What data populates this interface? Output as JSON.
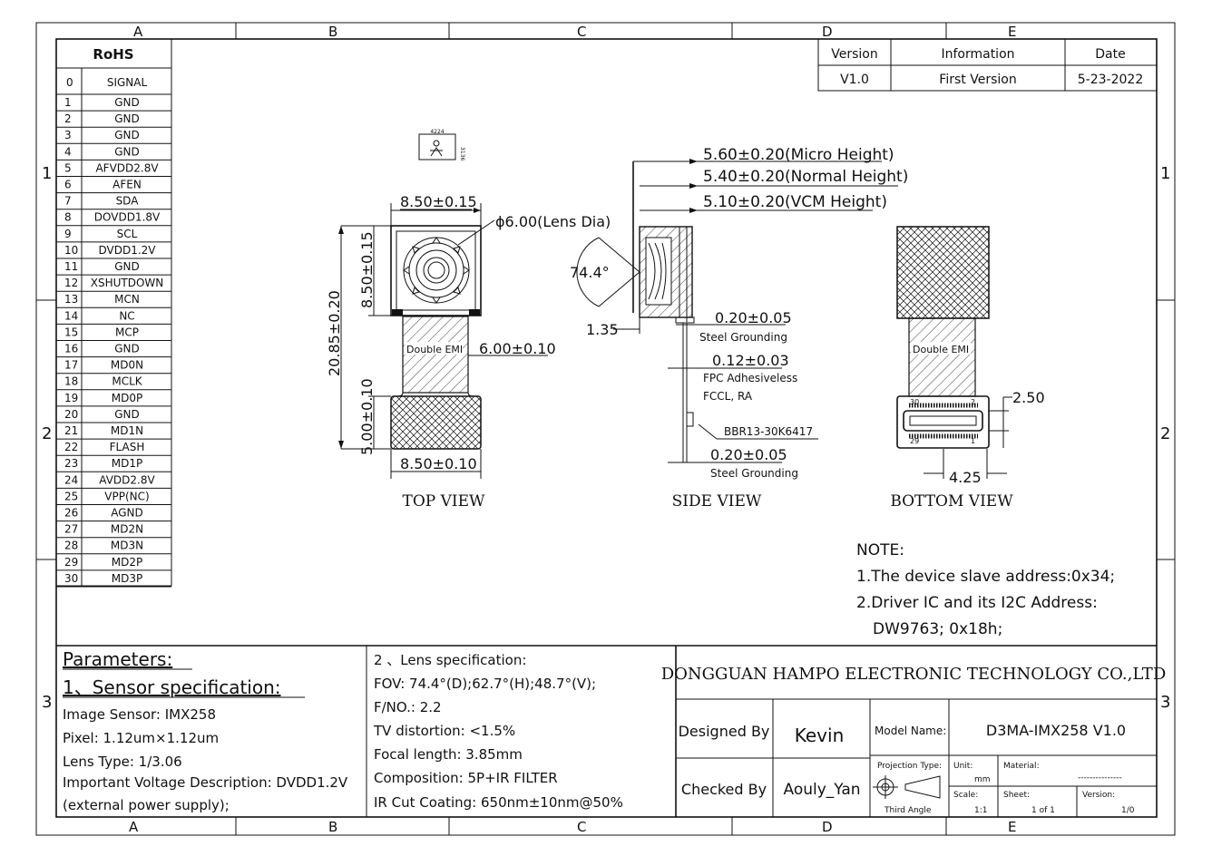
{
  "drawing": {
    "grid_cols": [
      "A",
      "B",
      "C",
      "D",
      "E"
    ],
    "grid_rows": [
      "1",
      "2",
      "3"
    ]
  },
  "rohs": {
    "title": "RoHS",
    "head_num": "0",
    "head_signal": "SIGNAL",
    "pins": [
      {
        "n": "1",
        "s": "GND"
      },
      {
        "n": "2",
        "s": "GND"
      },
      {
        "n": "3",
        "s": "GND"
      },
      {
        "n": "4",
        "s": "GND"
      },
      {
        "n": "5",
        "s": "AFVDD2.8V"
      },
      {
        "n": "6",
        "s": "AFEN"
      },
      {
        "n": "7",
        "s": "SDA"
      },
      {
        "n": "8",
        "s": "DOVDD1.8V"
      },
      {
        "n": "9",
        "s": "SCL"
      },
      {
        "n": "10",
        "s": "DVDD1.2V"
      },
      {
        "n": "11",
        "s": "GND"
      },
      {
        "n": "12",
        "s": "XSHUTDOWN"
      },
      {
        "n": "13",
        "s": "MCN"
      },
      {
        "n": "14",
        "s": "NC"
      },
      {
        "n": "15",
        "s": "MCP"
      },
      {
        "n": "16",
        "s": "GND"
      },
      {
        "n": "17",
        "s": "MD0N"
      },
      {
        "n": "18",
        "s": "MCLK"
      },
      {
        "n": "19",
        "s": "MD0P"
      },
      {
        "n": "20",
        "s": "GND"
      },
      {
        "n": "21",
        "s": "MD1N"
      },
      {
        "n": "22",
        "s": "FLASH"
      },
      {
        "n": "23",
        "s": "MD1P"
      },
      {
        "n": "24",
        "s": "AVDD2.8V"
      },
      {
        "n": "25",
        "s": "VPP(NC)"
      },
      {
        "n": "26",
        "s": "AGND"
      },
      {
        "n": "27",
        "s": "MD2N"
      },
      {
        "n": "28",
        "s": "MD3N"
      },
      {
        "n": "29",
        "s": "MD2P"
      },
      {
        "n": "30",
        "s": "MD3P"
      }
    ]
  },
  "revision": {
    "headers": [
      "Version",
      "Information",
      "Date"
    ],
    "row": [
      "V1.0",
      "First Version",
      "5-23-2022"
    ]
  },
  "top_view": {
    "label": "TOP VIEW",
    "dim_width_top": "8.50±0.15",
    "dim_lens_dia": "ϕ6.00(Lens Dia)",
    "dim_height_lens": "8.50±0.15",
    "dim_total": "20.85±0.20",
    "dim_fpc_width": "6.00±0.10",
    "emi_label": "Double EMI",
    "dim_conn_height": "5.00±0.10",
    "dim_width_bottom": "8.50±0.10",
    "stamp_top": "4224",
    "stamp_side": "3136"
  },
  "side_view": {
    "label": "SIDE VIEW",
    "dim_micro": "5.60±0.20(Micro Height)",
    "dim_normal": "5.40±0.20(Normal Height)",
    "dim_vcm": "5.10±0.20(VCM Height)",
    "fov_angle": "74.4°",
    "dim_135": "1.35",
    "dim_steel1": "0.20±0.05",
    "note_steel1": "Steel Grounding",
    "dim_fpc": "0.12±0.03",
    "note_fpc1": "FPC Adhesiveless",
    "note_fpc2": "FCCL, RA",
    "connector": "BBR13-30K6417",
    "dim_steel2": "0.20±0.05",
    "note_steel2": "Steel Grounding"
  },
  "bottom_view": {
    "label": "BOTTOM VIEW",
    "emi_label": "Double EMI",
    "dim_250": "2.50",
    "dim_425": "4.25",
    "pin_30": "30",
    "pin_2": "2",
    "pin_29": "29",
    "pin_1": "1"
  },
  "notes": {
    "title": "NOTE:",
    "line1": "1.The device slave address:0x34;",
    "line2": "2.Driver IC and its I2C Address:",
    "line3": "DW9763;  0x18h;"
  },
  "parameters": {
    "title": "Parameters:",
    "sensor_title": "1、Sensor specification:",
    "image_sensor": "Image Sensor: IMX258",
    "pixel": "Pixel: 1.12um×1.12um",
    "lens_type": "Lens Type: 1/3.06",
    "voltage": "Important Voltage Description: DVDD1.2V",
    "voltage2": "(external power supply);",
    "lens_title": "2 、Lens specification:",
    "fov": "FOV: 74.4°(D);62.7°(H);48.7°(V);",
    "fno": "F/NO.: 2.2",
    "distortion": "TV distortion: <1.5%",
    "focal": "Focal length: 3.85mm",
    "composition": "Composition: 5P+IR FILTER",
    "ir_cut": "IR Cut Coating: 650nm±10nm@50%"
  },
  "title_block": {
    "company": "DONGGUAN HAMPO ELECTRONIC TECHNOLOGY CO.,LTD",
    "designed_by_label": "Designed By",
    "designed_by": "Kevin",
    "checked_by_label": "Checked By",
    "checked_by": "Aouly_Yan",
    "model_label": "Model Name:",
    "model": "D3MA-IMX258 V1.0",
    "projection_label": "Projection Type:",
    "third_angle": "Third Angle",
    "unit_label": "Unit:",
    "unit": "mm",
    "material_label": "Material:",
    "material": "---------------",
    "scale_label": "Scale:",
    "scale": "1:1",
    "sheet_label": "Sheet:",
    "sheet": "1 of 1",
    "version_label": "Version:",
    "version": "1/0"
  }
}
